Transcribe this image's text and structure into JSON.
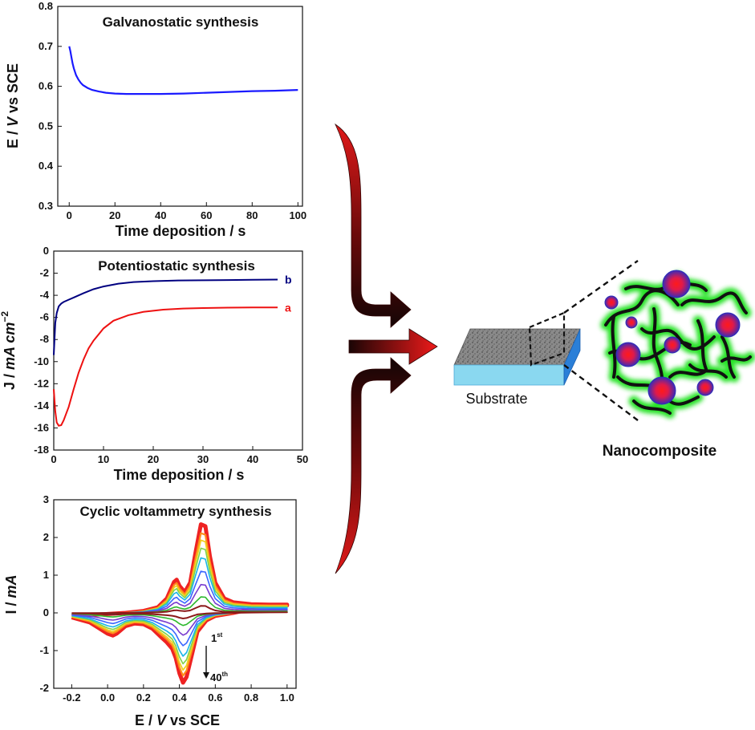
{
  "chart_data": [
    {
      "type": "line",
      "title": "Galvanostatic synthesis",
      "xlabel": "Time deposition / s",
      "ylabel_parts": [
        "E / ",
        "V",
        " vs SCE"
      ],
      "xlim": [
        -5,
        102
      ],
      "ylim": [
        0.3,
        0.8
      ],
      "xticks": [
        0,
        20,
        40,
        60,
        80,
        100
      ],
      "yticks": [
        0.3,
        0.4,
        0.5,
        0.6,
        0.7,
        0.8
      ],
      "ytick_labels": [
        "0.3",
        "0.4",
        "0.5",
        "0.6",
        "0.7",
        "0.8"
      ],
      "grid": false,
      "series": [
        {
          "color": "#1a1aff",
          "x": [
            0,
            0.5,
            1,
            1.5,
            2,
            3,
            4,
            5,
            6,
            8,
            10,
            13,
            16,
            20,
            25,
            30,
            40,
            50,
            60,
            70,
            80,
            90,
            100
          ],
          "y": [
            0.7,
            0.688,
            0.672,
            0.657,
            0.645,
            0.628,
            0.617,
            0.609,
            0.603,
            0.596,
            0.591,
            0.587,
            0.584,
            0.582,
            0.581,
            0.581,
            0.581,
            0.582,
            0.584,
            0.586,
            0.588,
            0.589,
            0.591
          ]
        }
      ]
    },
    {
      "type": "line",
      "title": "Potentiostatic  synthesis",
      "xlabel": "Time deposition / s",
      "ylabel_parts": [
        "J / ",
        "mA cm",
        "−2"
      ],
      "xlim": [
        0,
        50
      ],
      "ylim": [
        -18,
        0
      ],
      "xticks": [
        0,
        10,
        20,
        30,
        40,
        50
      ],
      "yticks": [
        0,
        -2,
        -4,
        -6,
        -8,
        -10,
        -12,
        -14,
        -16,
        -18
      ],
      "ytick_labels": [
        "0",
        "-2",
        "-4",
        "-6",
        "-8",
        "-10",
        "-12",
        "-14",
        "-16",
        "-18"
      ],
      "grid": false,
      "series": [
        {
          "label": "b",
          "color": "#000080",
          "x": [
            0,
            0.3,
            0.6,
            1,
            1.5,
            2,
            3,
            4,
            6,
            8,
            10,
            13,
            16,
            20,
            25,
            30,
            35,
            40,
            45
          ],
          "y": [
            -9.4,
            -6.5,
            -5.6,
            -5.0,
            -4.75,
            -4.6,
            -4.4,
            -4.2,
            -3.8,
            -3.45,
            -3.2,
            -2.95,
            -2.8,
            -2.72,
            -2.66,
            -2.64,
            -2.62,
            -2.6,
            -2.58
          ]
        },
        {
          "label": "a",
          "color": "#ee1111",
          "x": [
            0,
            0.3,
            0.6,
            1,
            1.5,
            2,
            3,
            4,
            5,
            6,
            7,
            8,
            10,
            12,
            15,
            18,
            22,
            26,
            30,
            35,
            40,
            45
          ],
          "y": [
            -12.5,
            -14.5,
            -15.5,
            -15.8,
            -15.75,
            -15.3,
            -14.1,
            -12.5,
            -11.0,
            -9.8,
            -8.8,
            -8.1,
            -7.0,
            -6.3,
            -5.8,
            -5.5,
            -5.3,
            -5.2,
            -5.15,
            -5.12,
            -5.1,
            -5.1
          ]
        }
      ]
    },
    {
      "type": "line",
      "title": "Cyclic voltammetry synthesis",
      "xlabel_parts": [
        "E / ",
        "V",
        " vs SCE"
      ],
      "ylabel_parts": [
        "I / ",
        "mA"
      ],
      "xlim": [
        -0.3,
        1.05
      ],
      "ylim": [
        -2,
        3
      ],
      "xticks": [
        -0.2,
        0.0,
        0.2,
        0.4,
        0.6,
        0.8,
        1.0
      ],
      "xtick_labels": [
        "-0.2",
        "0.0",
        "0.2",
        "0.4",
        "0.6",
        "0.8",
        "1.0"
      ],
      "yticks": [
        -2,
        -1,
        0,
        1,
        2,
        3
      ],
      "ytick_labels": [
        "-2",
        "-1",
        "0",
        "1",
        "2",
        "3"
      ],
      "grid": false,
      "annotation": {
        "first": "1",
        "first_sup": "st",
        "last": "40",
        "last_sup": "th"
      },
      "cycles": [
        {
          "color": "#8b1a1a",
          "scale": 0.08,
          "width": 2.0
        },
        {
          "color": "#2db82d",
          "scale": 0.18,
          "width": 1.6
        },
        {
          "color": "#7a3ccf",
          "scale": 0.32,
          "width": 1.6
        },
        {
          "color": "#3a66ff",
          "scale": 0.47,
          "width": 1.6
        },
        {
          "color": "#19b6e6",
          "scale": 0.62,
          "width": 1.6
        },
        {
          "color": "#7fd34a",
          "scale": 0.73,
          "width": 1.6
        },
        {
          "color": "#f0d020",
          "scale": 0.82,
          "width": 1.8
        },
        {
          "color": "#ff8c1a",
          "scale": 0.9,
          "width": 2.2
        },
        {
          "color": "#ee2222",
          "scale": 1.0,
          "width": 5.0
        }
      ],
      "anodic_curve": {
        "x": [
          -0.2,
          -0.1,
          0.0,
          0.1,
          0.2,
          0.28,
          0.33,
          0.37,
          0.385,
          0.4,
          0.43,
          0.46,
          0.49,
          0.52,
          0.545,
          0.57,
          0.6,
          0.65,
          0.7,
          0.8,
          0.9,
          1.0
        ],
        "y": [
          -0.08,
          -0.06,
          -0.03,
          0.0,
          0.05,
          0.15,
          0.38,
          0.82,
          0.88,
          0.72,
          0.55,
          0.8,
          1.6,
          2.35,
          2.3,
          1.5,
          0.8,
          0.38,
          0.28,
          0.23,
          0.22,
          0.22
        ]
      },
      "cathodic_curve": {
        "x": [
          1.0,
          0.9,
          0.8,
          0.7,
          0.6,
          0.55,
          0.5,
          0.47,
          0.44,
          0.42,
          0.4,
          0.38,
          0.36,
          0.33,
          0.3,
          0.25,
          0.2,
          0.15,
          0.1,
          0.05,
          0.03,
          0.0,
          -0.05,
          -0.1,
          -0.2
        ],
        "y": [
          0.2,
          0.15,
          0.1,
          0.0,
          -0.08,
          -0.2,
          -0.5,
          -1.1,
          -1.7,
          -1.85,
          -1.6,
          -1.2,
          -0.95,
          -0.78,
          -0.65,
          -0.42,
          -0.3,
          -0.28,
          -0.35,
          -0.55,
          -0.6,
          -0.55,
          -0.4,
          -0.25,
          -0.12
        ]
      }
    }
  ],
  "schematic": {
    "substrate_label": "Substrate",
    "nanocomposite_label": "Nanocomposite"
  },
  "colors": {
    "arrow_red": "#cc1111",
    "arrow_dark": "#1a0a0a",
    "substrate_face": "#8ad8f0",
    "substrate_side": "#2a7fd8",
    "polymer_glow": "#27e227",
    "particle_core": "#ff2020",
    "particle_edge": "#2e2eb8"
  }
}
